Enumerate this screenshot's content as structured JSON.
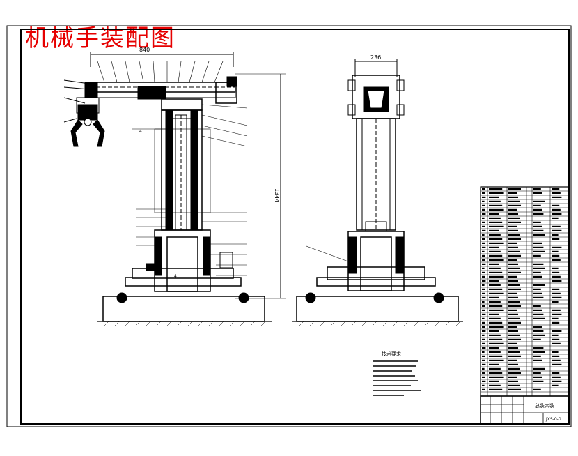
{
  "title": "机械手装配图",
  "side_view": {
    "width_dim": "840",
    "height_dim": "1344",
    "hatch_note_top": "4",
    "hatch_note_bottom": "4"
  },
  "front_view": {
    "width_dim": "236"
  },
  "tech_requirements": {
    "heading": "技术要求"
  },
  "title_block": {
    "name": "总装大装",
    "drawing_no": "JXS-0-0"
  },
  "colors": {
    "title_red": "#e60000",
    "line": "#000000"
  }
}
